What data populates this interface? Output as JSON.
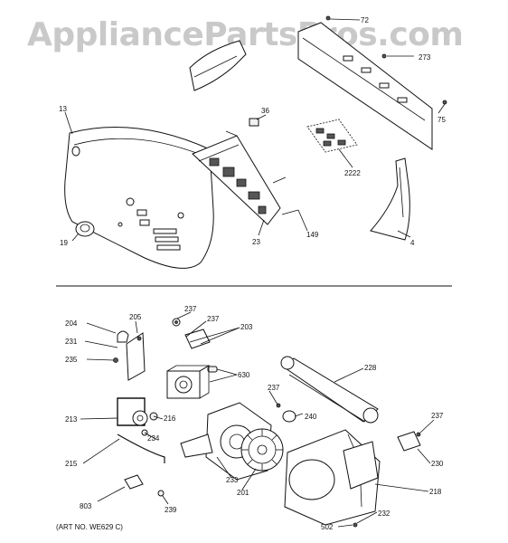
{
  "watermark": "AppliancePartsPros.com",
  "caption": "(ART NO. WE629 C)",
  "top_labels": {
    "p13": "13",
    "p19": "19",
    "p36": "36",
    "p23": "23",
    "p149": "149",
    "p72": "72",
    "p273": "273",
    "p75": "75",
    "p2222": "2222",
    "p4": "4"
  },
  "bottom_labels": {
    "p204": "204",
    "p205": "205",
    "p231": "231",
    "p235": "235",
    "p237a": "237",
    "p237b": "237",
    "p203": "203",
    "p630": "630",
    "p228": "228",
    "p237c": "237",
    "p240": "240",
    "p237d": "237",
    "p213": "213",
    "p216": "216",
    "p234": "234",
    "p215": "215",
    "p230": "230",
    "p233": "233",
    "p201": "201",
    "p218": "218",
    "p803": "803",
    "p239": "239",
    "p232": "232",
    "p502": "502"
  }
}
